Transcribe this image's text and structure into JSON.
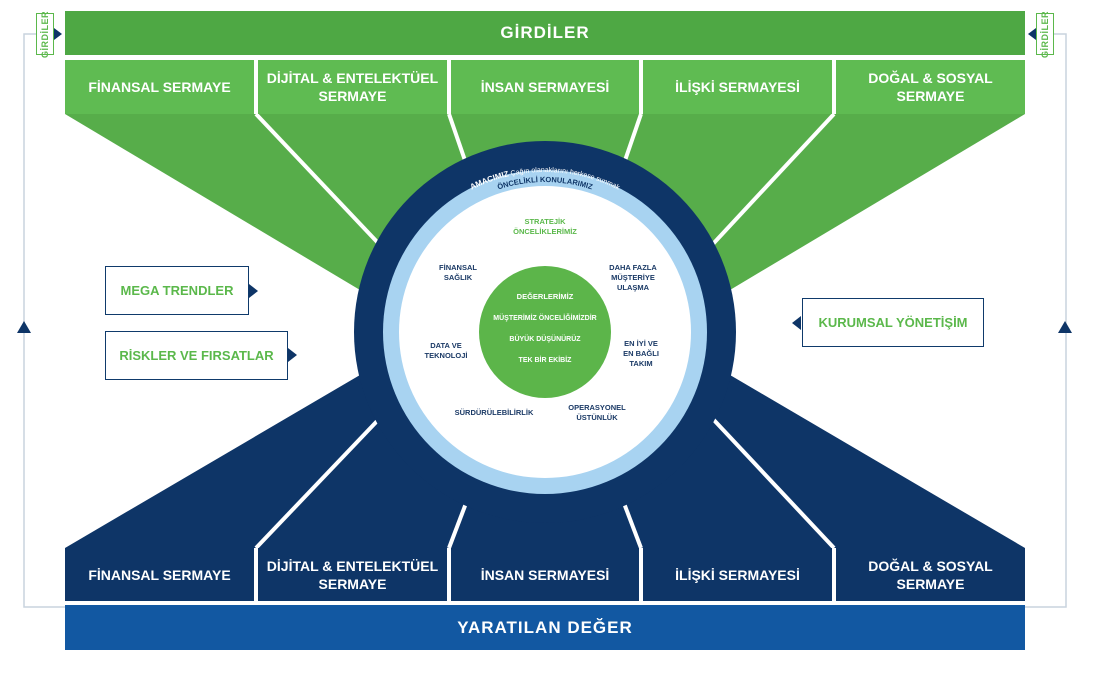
{
  "colors": {
    "green_dark": "#4ea844",
    "green_mid": "#5fbb52",
    "green_funnel": "#57ad4a",
    "navy": "#0e3567",
    "navy_band": "#1258a2",
    "ring_light": "#a8d3f1",
    "core_green": "#5cb54a"
  },
  "inputs": {
    "title": "GİRDİLER",
    "side_tag": "GİRDİLER",
    "capitals": [
      "FİNANSAL SERMAYE",
      "DİJİTAL & ENTELEKTÜEL SERMAYE",
      "İNSAN SERMAYESİ",
      "İLİŞKİ SERMAYESİ",
      "DOĞAL & SOSYAL SERMAYE"
    ]
  },
  "outputs": {
    "title": "YARATILAN DEĞER",
    "capitals": [
      "FİNANSAL SERMAYE",
      "DİJİTAL & ENTELEKTÜEL SERMAYE",
      "İNSAN SERMAYESİ",
      "İLİŞKİ SERMAYESİ",
      "DOĞAL & SOSYAL SERMAYE"
    ]
  },
  "left_boxes": [
    "MEGA TRENDLER",
    "RİSKLER VE FIRSATLAR"
  ],
  "right_box": "KURUMSAL YÖNETİŞİM",
  "circle": {
    "purpose": "AMACIMIZ",
    "purpose_text": "Çağın olanaklarını herkese sunmak",
    "priorities_label": "ÖNCELİKLİ KONULARIMIZ",
    "strategic": [
      "STRATEJİK",
      "ÖNCELİKLERİMİZ"
    ],
    "items": {
      "finansal_saglik": [
        "FİNANSAL",
        "SAĞLIK"
      ],
      "daha_fazla": [
        "DAHA FAZLA",
        "MÜŞTERİYE",
        "ULAŞMA"
      ],
      "data": [
        "DATA VE",
        "TEKNOLOJİ"
      ],
      "en_iyi": [
        "EN İYİ VE",
        "EN BAĞLI",
        "TAKIM"
      ],
      "surdurulebilirlik": [
        "SÜRDÜRÜLEBİLİRLİK"
      ],
      "operasyonel": [
        "OPERASYONEL",
        "ÜSTÜNLÜK"
      ]
    },
    "values_title": "DEĞERLERİMİZ",
    "values": [
      "MÜŞTERİMİZ ÖNCELİĞİMİZDİR",
      "BÜYÜK DÜŞÜNÜRÜZ",
      "TEK BİR EKİBİZ"
    ]
  },
  "icons": [
    "arrow-right-icon",
    "arrow-left-icon",
    "arrow-up-icon"
  ]
}
